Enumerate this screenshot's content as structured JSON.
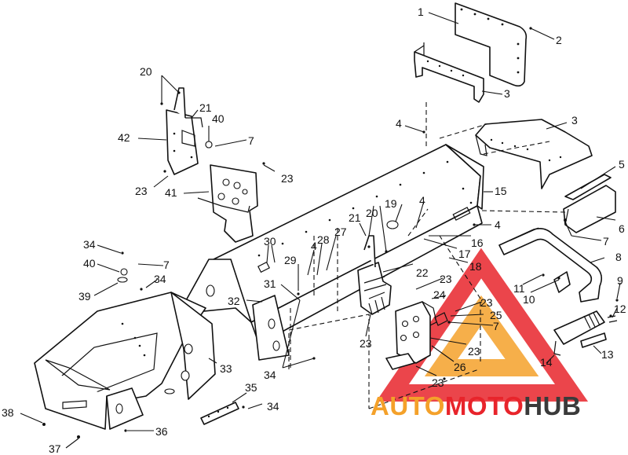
{
  "callouts": {
    "c1": "1",
    "c2": "2",
    "c3a": "3",
    "c3b": "3",
    "c4a": "4",
    "c4b": "4",
    "c4c": "4",
    "c4d": "4",
    "c5": "5",
    "c6": "6",
    "c7a": "7",
    "c7b": "7",
    "c7c": "7",
    "c7d": "7",
    "c8": "8",
    "c9": "9",
    "c10": "10",
    "c11": "11",
    "c12": "12",
    "c13": "13",
    "c14": "14",
    "c15": "15",
    "c16": "16",
    "c17": "17",
    "c18": "18",
    "c19": "19",
    "c20a": "20",
    "c20b": "20",
    "c21a": "21",
    "c21b": "21",
    "c22": "22",
    "c23a": "23",
    "c23b": "23",
    "c23c": "23",
    "c23d": "23",
    "c23e": "23",
    "c23f": "23",
    "c23g": "23",
    "c24": "24",
    "c25": "25",
    "c26": "26",
    "c27": "27",
    "c28": "28",
    "c29": "29",
    "c30": "30",
    "c31": "31",
    "c32": "32",
    "c33": "33",
    "c34a": "34",
    "c34b": "34",
    "c34c": "34",
    "c34d": "34",
    "c35": "35",
    "c36": "36",
    "c37": "37",
    "c38": "38",
    "c39": "39",
    "c40a": "40",
    "c40b": "40",
    "c41": "41",
    "c42": "42"
  },
  "watermark": {
    "part1": "AUTO",
    "part2": "MOTO",
    "part3": "HUB",
    "color_primary": "#f4a12a",
    "color_secondary": "#e8242b",
    "color_dark": "#3a3a3a"
  }
}
